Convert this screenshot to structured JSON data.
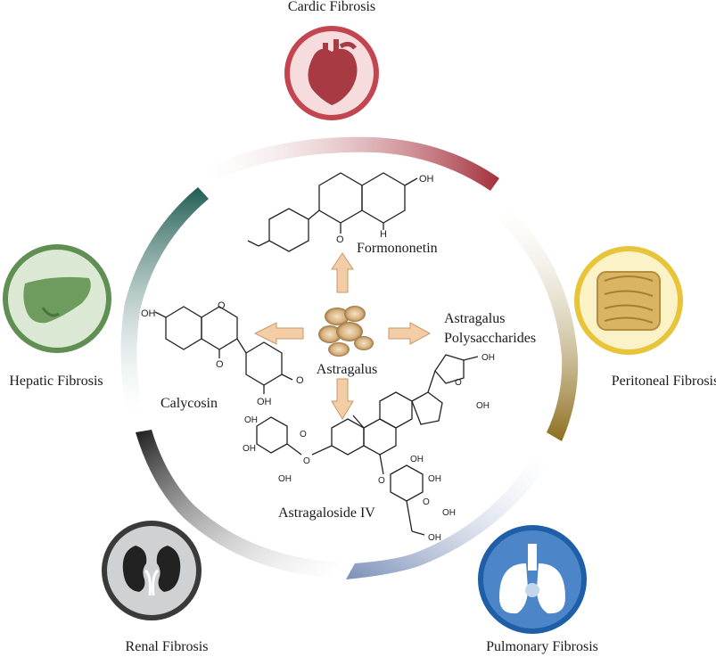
{
  "organs": {
    "cardiac": {
      "label": "Cardic Fibrosis",
      "color": "#c2454f",
      "fill": "#f6dcdc"
    },
    "peritoneal": {
      "label": "Peritoneal Fibrosis",
      "color": "#e8c43a",
      "fill": "#fbf2c8"
    },
    "pulmonary": {
      "label": "Pulmonary Fibrosis",
      "color": "#1f5fa8",
      "fill": "#4c86c8"
    },
    "renal": {
      "label": "Renal Fibrosis",
      "color": "#3a3a3a",
      "fill": "#cfd1d2"
    },
    "hepatic": {
      "label": "Hepatic Fibrosis",
      "color": "#5f8f52",
      "fill": "#dbe8d3"
    }
  },
  "center": {
    "herb": "Astragalus",
    "compounds": {
      "formononetin": "Formononetin",
      "polysaccharides_line1": "Astragalus",
      "polysaccharides_line2": "Polysaccharides",
      "calycosin": "Calycosin",
      "astragaloside": "Astragaloside IV"
    }
  },
  "chem_labels": {
    "oh": "OH",
    "o": "O",
    "h": "H"
  },
  "ring_colors": {
    "red": "#a3303a",
    "gold": "#8d6e1e",
    "blue": "#7b8fb8",
    "black": "#1c1c1c",
    "green": "#1f5c52"
  },
  "arrow_color": "#f2cda6"
}
